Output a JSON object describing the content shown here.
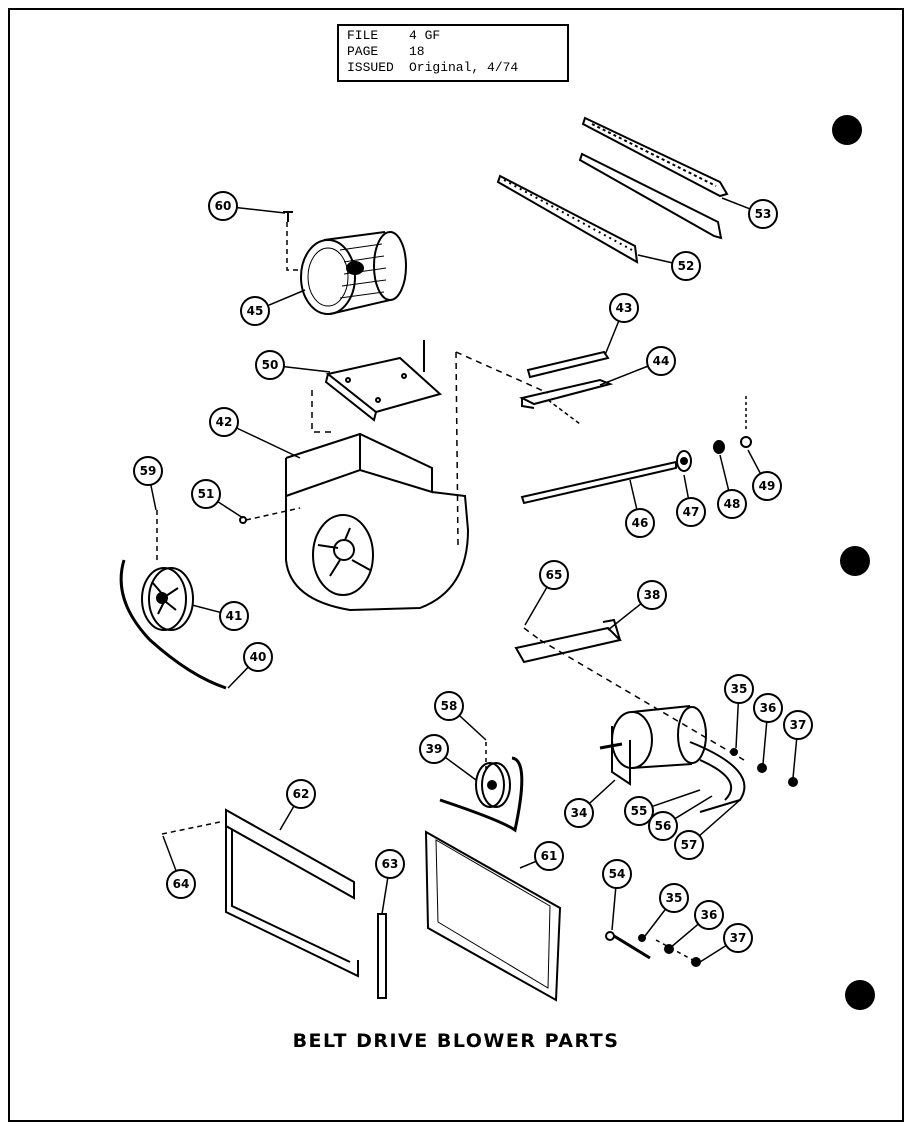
{
  "header_box": {
    "rows": [
      {
        "key": "FILE",
        "value": "4 GF"
      },
      {
        "key": "PAGE",
        "value": "18"
      },
      {
        "key": "ISSUED",
        "value": "Original, 4/74"
      }
    ]
  },
  "caption": "BELT DRIVE BLOWER PARTS",
  "callouts": [
    "60",
    "45",
    "53",
    "52",
    "50",
    "43",
    "44",
    "42",
    "46",
    "47",
    "48",
    "49",
    "59",
    "51",
    "41",
    "40",
    "65",
    "38",
    "58",
    "35",
    "36",
    "37",
    "39",
    "34",
    "55",
    "56",
    "57",
    "62",
    "63",
    "61",
    "64",
    "54",
    "35",
    "36",
    "37"
  ]
}
